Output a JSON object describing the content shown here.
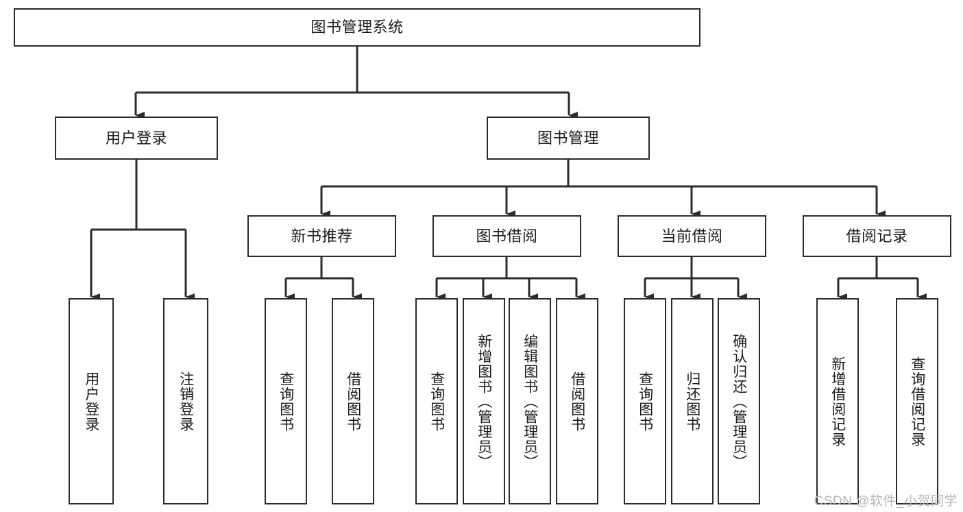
{
  "diagram": {
    "type": "tree",
    "title": "图书管理系统",
    "root": {
      "id": "root",
      "label": "图书管理系统"
    },
    "level2": [
      {
        "id": "user-login",
        "label": "用户登录"
      },
      {
        "id": "book-manage",
        "label": "图书管理"
      }
    ],
    "level3": [
      {
        "id": "new-book-rec",
        "label": "新书推荐"
      },
      {
        "id": "book-borrow",
        "label": "图书借阅"
      },
      {
        "id": "current-borrow",
        "label": "当前借阅"
      },
      {
        "id": "borrow-record",
        "label": "借阅记录"
      }
    ],
    "leaves": [
      {
        "id": "leaf-user-login",
        "label": "用户登录"
      },
      {
        "id": "leaf-logout-login",
        "label": "注销登录"
      },
      {
        "id": "leaf-query-book-1",
        "label": "查询图书"
      },
      {
        "id": "leaf-borrow-book-1",
        "label": "借阅图书"
      },
      {
        "id": "leaf-query-book-2",
        "label": "查询图书"
      },
      {
        "id": "leaf-add-book",
        "label": "新增图书（管理员）"
      },
      {
        "id": "leaf-edit-book",
        "label": "编辑图书（管理员）"
      },
      {
        "id": "leaf-borrow-book-2",
        "label": "借阅图书"
      },
      {
        "id": "leaf-query-book-3",
        "label": "查询图书"
      },
      {
        "id": "leaf-return-book",
        "label": "归还图书"
      },
      {
        "id": "leaf-confirm-return",
        "label": "确认归还（管理员）"
      },
      {
        "id": "leaf-add-record",
        "label": "新增借阅记录"
      },
      {
        "id": "leaf-query-record",
        "label": "查询借阅记录"
      }
    ],
    "colors": {
      "box_border": "#2b2b2b",
      "box_fill": "#ffffff",
      "edge": "#2b2b2b",
      "text": "#1a1a1a",
      "watermark": "#b6b6b6"
    }
  },
  "watermark": {
    "text": "CSDN @软件_小贺同学"
  }
}
